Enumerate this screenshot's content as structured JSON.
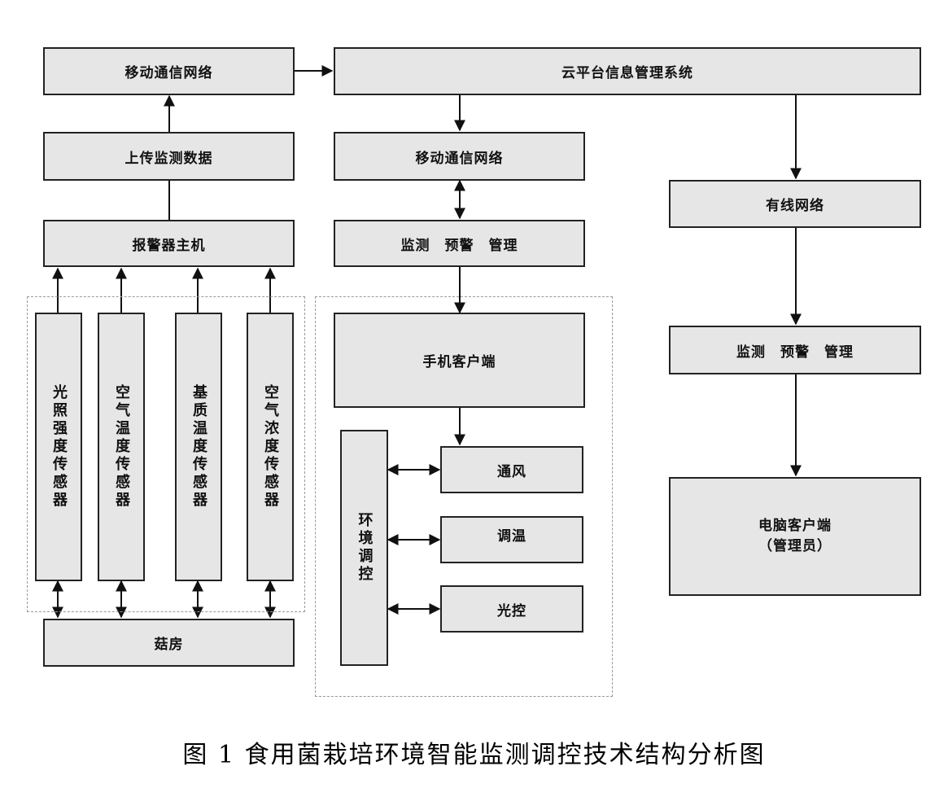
{
  "diagram": {
    "top_left": "移动通信网络",
    "cloud": "云平台信息管理系统",
    "upload": "上传监测数据",
    "alarm_host": "报警器主机",
    "sensors": [
      "光照强度传感器",
      "空气温度传感器",
      "基质温度传感器",
      "空气浓度传感器"
    ],
    "mushroom_room": "菇房",
    "mid_network": "移动通信网络",
    "mid_monitor": "监测　预警　管理",
    "phone_client": "手机客户端",
    "env_control": "环境调控",
    "controls": [
      "通风",
      "调温",
      "光控"
    ],
    "wired_network": "有线网络",
    "right_monitor": "监测　预警　管理",
    "pc_client": "电脑客户端\n（管理员）"
  },
  "caption": "图 1 食用菌栽培环境智能监测调控技术结构分析图"
}
